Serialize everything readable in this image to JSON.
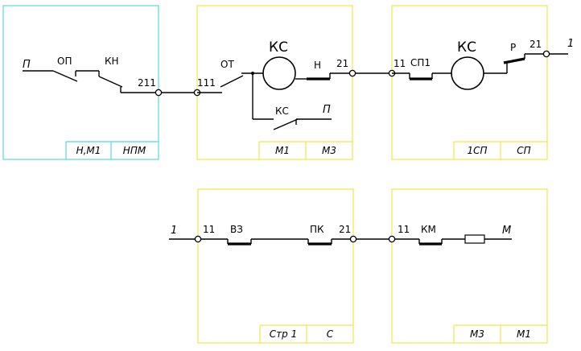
{
  "colors": {
    "block_yellow": "#f2e74c",
    "block_cyan": "#56d8e0",
    "wire": "#000000"
  },
  "blocks": [
    {
      "id": "b1",
      "cell1": "Н,М1",
      "cell2": "НПМ",
      "color": "cyan"
    },
    {
      "id": "b2",
      "cell1": "М1",
      "cell2": "М3",
      "color": "yellow"
    },
    {
      "id": "b3",
      "cell1": "1СП",
      "cell2": "СП",
      "color": "yellow"
    },
    {
      "id": "b4",
      "cell1": "Стр 1",
      "cell2": "С",
      "color": "yellow"
    },
    {
      "id": "b5",
      "cell1": "М3",
      "cell2": "М1",
      "color": "yellow"
    }
  ],
  "labels": {
    "p_left": "П",
    "op": "ОП",
    "kn": "КН",
    "n211": "211",
    "n111": "111",
    "ot": "ОТ",
    "ks_coil": "КС",
    "h": "Н",
    "n21_a": "21",
    "ks_contact": "КС",
    "p_mid": "П",
    "n11_a": "11",
    "sp1": "СП1",
    "ks_coil_2": "КС",
    "r": "Р",
    "n21_b": "21",
    "one_right": "1",
    "one_left": "1",
    "n11_b": "11",
    "vz": "ВЗ",
    "pk": "ПК",
    "n21_c": "21",
    "n11_c": "11",
    "km": "КМ",
    "m": "М"
  }
}
